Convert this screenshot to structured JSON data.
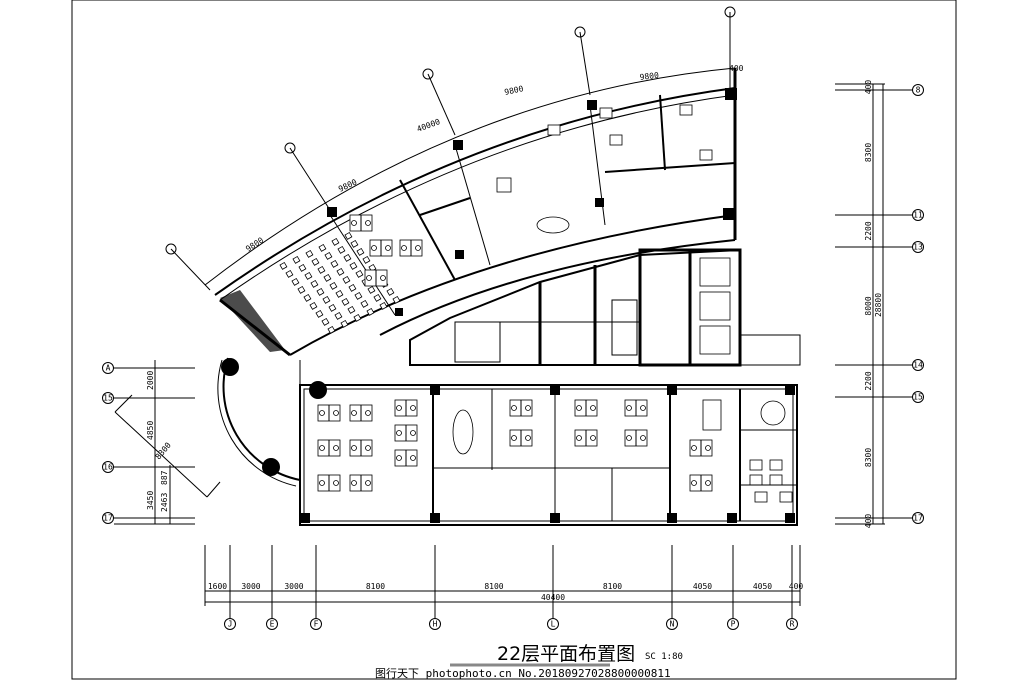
{
  "drawing": {
    "title": "22层平面布置图",
    "scale": "SC 1:80",
    "watermark": "图行天下 photophoto.cn  No.20180927028800000811"
  },
  "bottom_dimensions": {
    "segments": [
      "1600",
      "3000",
      "3000",
      "8100",
      "8100",
      "8100",
      "4050",
      "4050",
      "400"
    ],
    "total": "40400",
    "axes": [
      "J",
      "E",
      "F",
      "H",
      "L",
      "N",
      "P",
      "R"
    ]
  },
  "right_dimensions": {
    "segments": [
      "400",
      "8300",
      "2200",
      "8000",
      "2200",
      "8300",
      "400"
    ],
    "total": "28800",
    "axes": [
      "8",
      "11",
      "13",
      "14",
      "15",
      "17"
    ]
  },
  "left_dimensions": {
    "segments": [
      "2000",
      "4850",
      "3450",
      "2463",
      "887"
    ],
    "radius": "8300",
    "axes": [
      "A",
      "15",
      "16",
      "17"
    ]
  },
  "arc_dimensions": {
    "segments": [
      "9800",
      "9800",
      "9800",
      "9800",
      "400"
    ],
    "total": "40000"
  }
}
